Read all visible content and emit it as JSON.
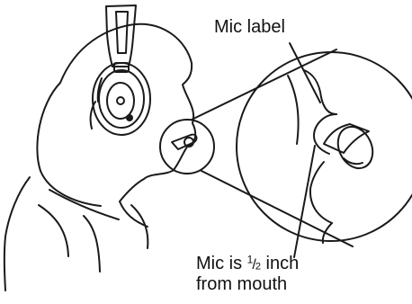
{
  "labels": {
    "mic_label": "Mic label",
    "distance_line1_prefix": "Mic is",
    "distance_fraction_numerator": "1",
    "distance_fraction_slash": "/",
    "distance_fraction_denominator": "2",
    "distance_line1_suffix": "inch",
    "distance_line2": "from mouth"
  },
  "colors": {
    "stroke": "#1a1a1a",
    "background": "#ffffff"
  }
}
